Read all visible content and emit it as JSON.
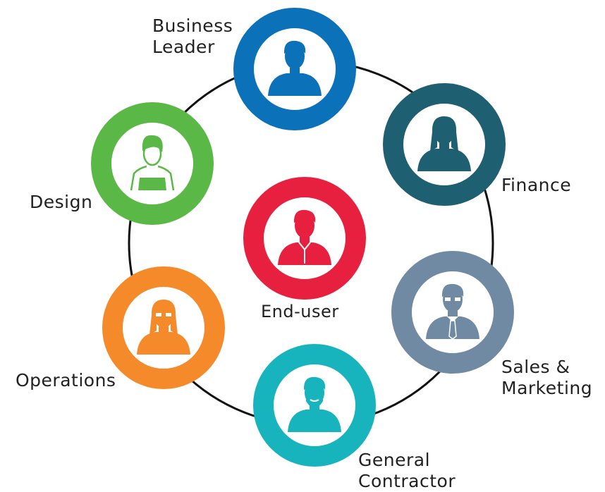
{
  "center": {
    "label": "End-user",
    "color": "#e8203f",
    "icon": "man-shirt-icon"
  },
  "roles": [
    {
      "id": "business-leader",
      "lines": [
        "Business",
        "Leader"
      ],
      "color": "#0b72b9",
      "icon": "man-icon"
    },
    {
      "id": "finance",
      "lines": [
        "Finance"
      ],
      "color": "#1f5f72",
      "icon": "woman-icon"
    },
    {
      "id": "sales-marketing",
      "lines": [
        "Sales &",
        "Marketing"
      ],
      "color": "#6f8aa2",
      "icon": "man-glasses-tie-icon"
    },
    {
      "id": "general-contractor",
      "lines": [
        "General",
        "Contractor"
      ],
      "color": "#17b4bd",
      "icon": "man-beard-icon"
    },
    {
      "id": "operations",
      "lines": [
        "Operations"
      ],
      "color": "#f58a2a",
      "icon": "woman-glasses-icon"
    },
    {
      "id": "design",
      "lines": [
        "Design"
      ],
      "color": "#5ab946",
      "icon": "woman-short-hair-icon"
    }
  ],
  "ring_color": "#111111"
}
